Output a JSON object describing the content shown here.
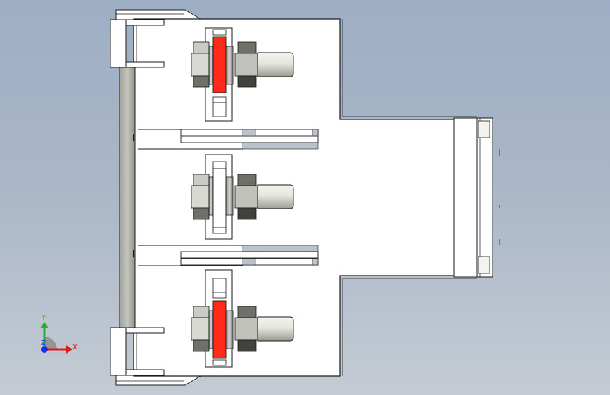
{
  "viewport": {
    "background_top": "#9eaec4",
    "background_bottom": "#c4cbd4",
    "accent_red": "#ff2a1a",
    "nut_colors": [
      "#c9cbc4",
      "#6e716a",
      "#3f423d"
    ]
  },
  "triad": {
    "x_label": "X",
    "y_label": "Y",
    "z_label": "Z",
    "x_color": "#e01a1a",
    "y_color": "#22b02a",
    "z_color": "#1a2ee0"
  }
}
